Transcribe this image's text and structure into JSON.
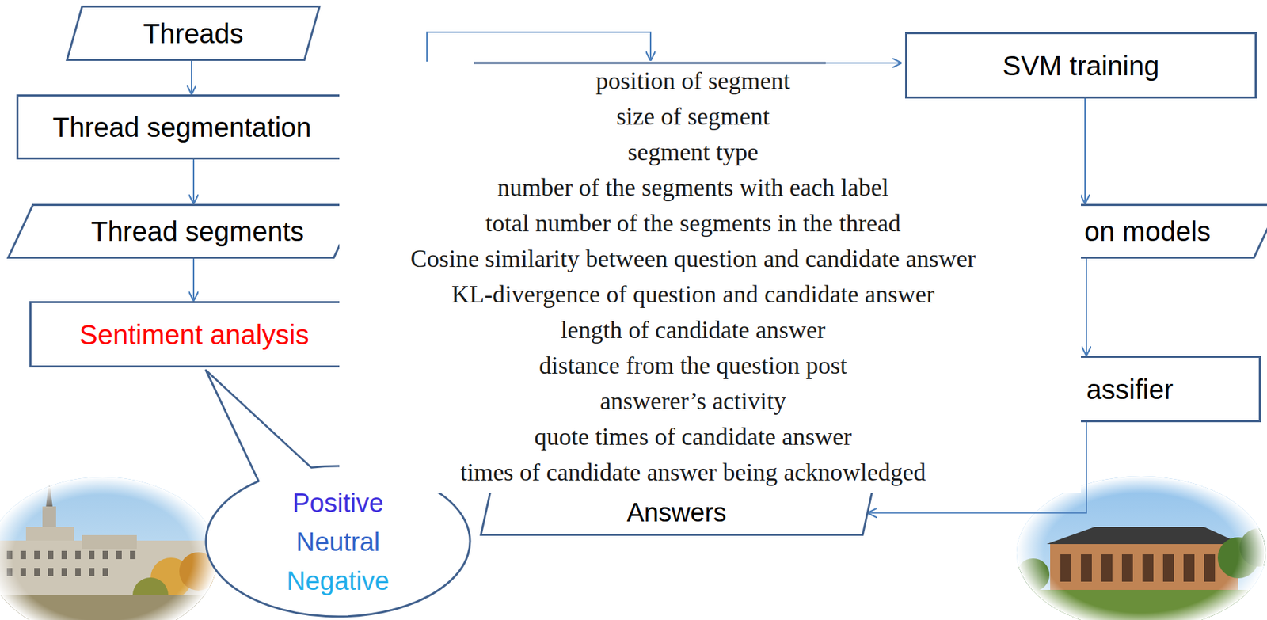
{
  "diagram": {
    "nodes": [
      {
        "text": [
          "Threads"
        ]
      },
      {
        "text": [
          "Thread segmentation"
        ]
      },
      {
        "text": [
          "Thread segments"
        ]
      },
      {
        "text": [
          "Sentiment analysis"
        ]
      },
      {
        "text": [
          "Positive",
          "Neutral",
          "Negative"
        ]
      },
      {
        "text": [
          "SVM training"
        ]
      },
      {
        "text": [
          "on models"
        ]
      },
      {
        "text": [
          "assifier"
        ]
      },
      {
        "text": [
          "Answers"
        ]
      }
    ],
    "edges": [
      {
        "from": 0,
        "to": 1,
        "arrow": "to"
      },
      {
        "from": 1,
        "to": 2,
        "arrow": "to"
      },
      {
        "from": 2,
        "to": 3,
        "arrow": "to"
      },
      {
        "from": 5,
        "to": 6,
        "arrow": "to"
      },
      {
        "from": 6,
        "to": 7,
        "arrow": "to"
      },
      {
        "from": 7,
        "to": 8,
        "arrow": "to"
      }
    ],
    "labels": [
      "position of segment",
      "size of segment",
      "segment type",
      "number of the segments with each label",
      "total number of the segments in the thread",
      "Cosine similarity between question and candidate answer",
      "KL-divergence of question and candidate answer",
      "length of candidate answer",
      "distance from the question post",
      "answerer’s activity",
      "quote times of candidate answer",
      "times of candidate answer being acknowledged"
    ]
  }
}
